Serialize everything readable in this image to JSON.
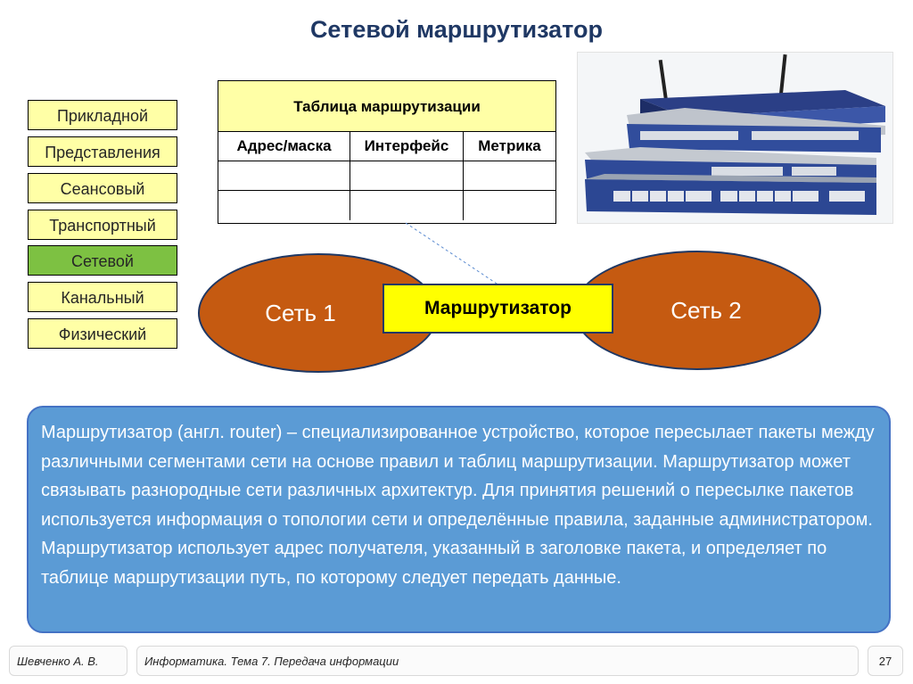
{
  "title": "Сетевой маршрутизатор",
  "osi_layers": [
    {
      "label": "Прикладной",
      "active": false
    },
    {
      "label": "Представления",
      "active": false
    },
    {
      "label": "Сеансовый",
      "active": false
    },
    {
      "label": "Транспортный",
      "active": false
    },
    {
      "label": "Сетевой",
      "active": true
    },
    {
      "label": "Канальный",
      "active": false
    },
    {
      "label": "Физический",
      "active": false
    }
  ],
  "routing_table": {
    "title": "Таблица маршрутизации",
    "columns": [
      "Адрес/маска",
      "Интерфейс",
      "Метрика"
    ],
    "rows": [
      [
        "",
        "",
        ""
      ],
      [
        "",
        "",
        ""
      ]
    ]
  },
  "photo": {
    "subject": "network-router-equipment-icon"
  },
  "diagram": {
    "network1": "Сеть 1",
    "network2": "Сеть 2",
    "router": "Маршрутизатор"
  },
  "description": "Маршрутизатор (англ. router) – специализированное устройство, которое пересылает пакеты между различными сегментами сети на основе правил и таблиц маршрутизации. Маршрутизатор может связывать разнородные сети различных архитектур. Для принятия решений о пересылке пакетов используется информация о топологии сети и определённые правила, заданные администратором. Маршрутизатор использует адрес получателя, указанный в заголовке пакета, и определяет по таблице маршрутизации путь, по которому следует передать данные.",
  "footer": {
    "author": "Шевченко А. В.",
    "course": "Информатика. Тема 7. Передача информации",
    "page": "27"
  },
  "colors": {
    "layer_bg": "#ffffa6",
    "layer_active": "#7dc142",
    "network_fill": "#c55a11",
    "router_fill": "#ffff00",
    "desc_bg": "#5b9bd5"
  }
}
